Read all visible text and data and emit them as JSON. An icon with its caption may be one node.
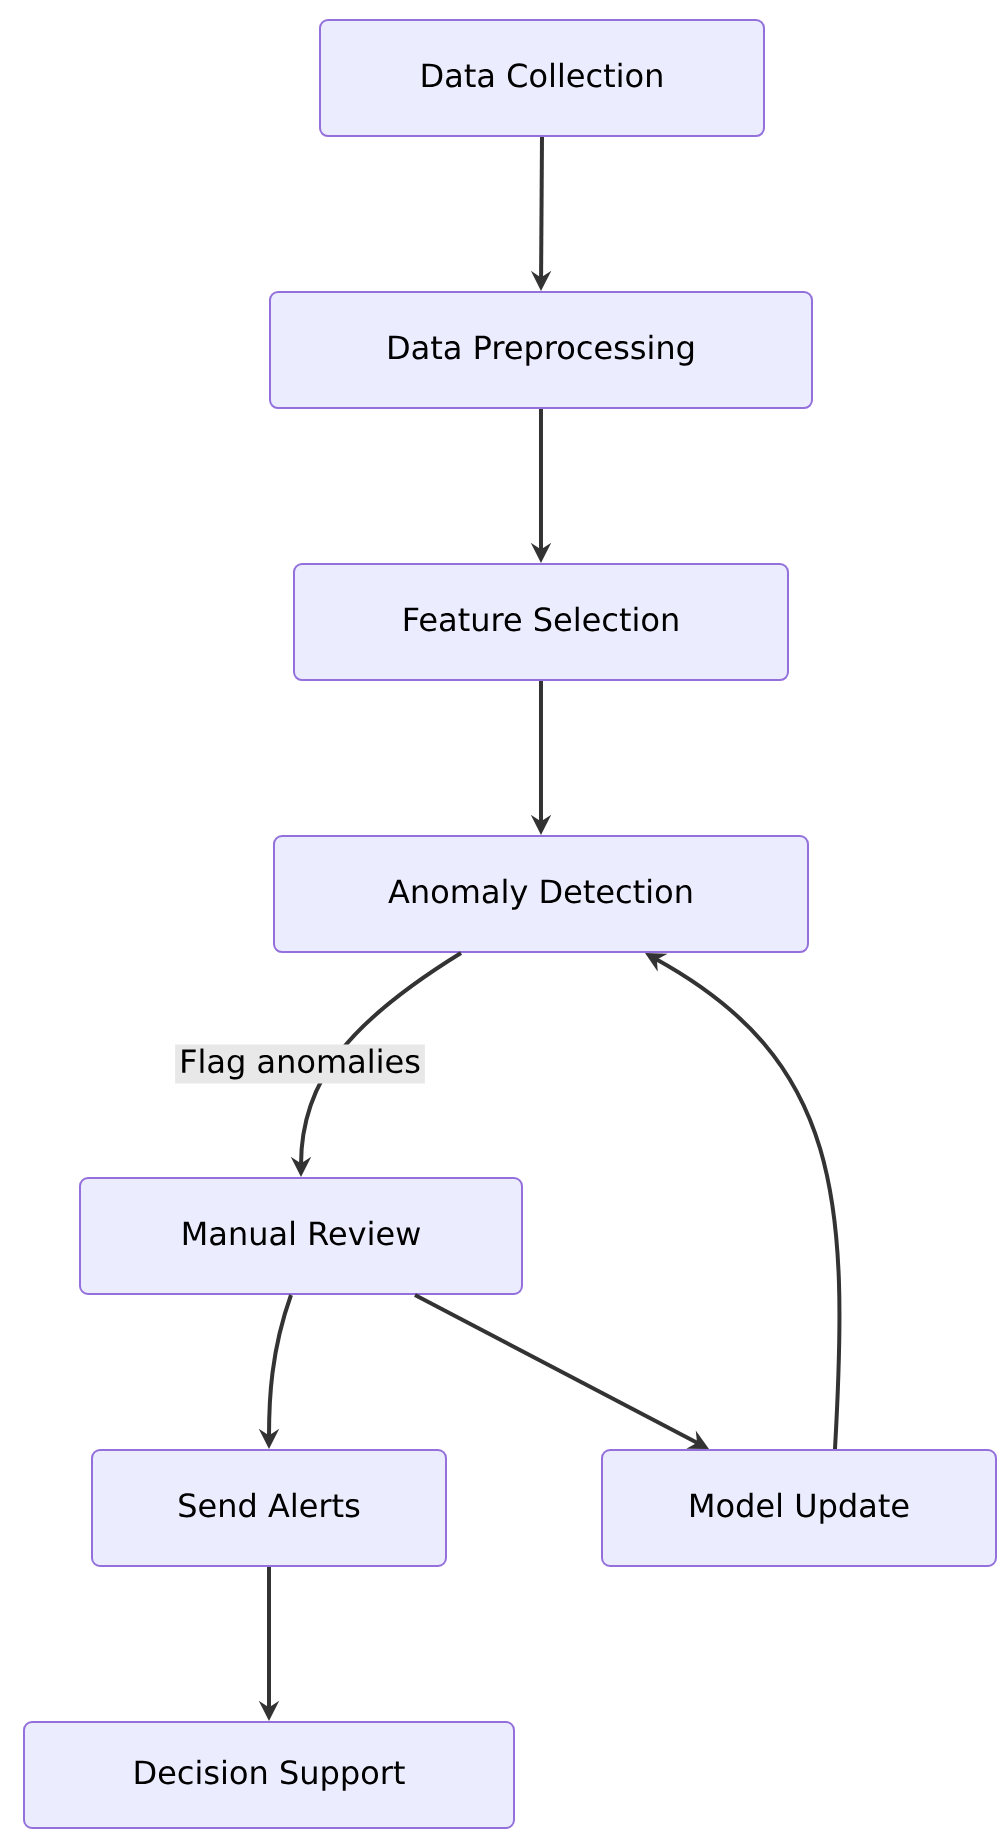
{
  "diagram": {
    "nodes": [
      {
        "text": [
          "Data Collection"
        ]
      },
      {
        "text": [
          "Data Preprocessing"
        ]
      },
      {
        "text": [
          "Feature Selection"
        ]
      },
      {
        "text": [
          "Anomaly Detection"
        ]
      },
      {
        "text": [
          "Manual Review"
        ]
      },
      {
        "text": [
          "Send Alerts"
        ]
      },
      {
        "text": [
          "Model Update"
        ]
      },
      {
        "text": [
          "Decision Support"
        ]
      }
    ],
    "edges": [
      {
        "from": 0,
        "to": 1,
        "arrow": "to"
      },
      {
        "from": 1,
        "to": 2,
        "arrow": "to"
      },
      {
        "from": 2,
        "to": 3,
        "arrow": "to"
      },
      {
        "from": 3,
        "to": 4,
        "arrow": "to",
        "label": "Flag anomalies"
      },
      {
        "from": 4,
        "to": 5,
        "arrow": "to"
      },
      {
        "from": 4,
        "to": 6,
        "arrow": "to"
      },
      {
        "from": 6,
        "to": 3,
        "arrow": "to"
      },
      {
        "from": 5,
        "to": 7,
        "arrow": "to"
      }
    ]
  }
}
